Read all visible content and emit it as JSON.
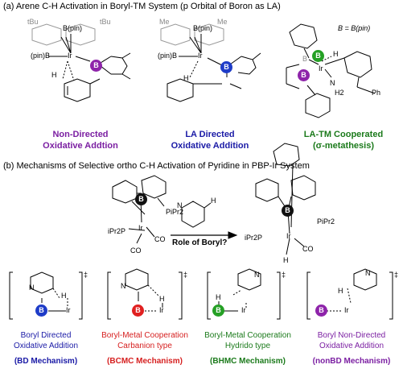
{
  "section_a": {
    "header": "(a) Arene C-H Activation in Boryl-TM System (p Orbital of Boron as LA)",
    "b_definition": "B = B(pin)",
    "structures": [
      {
        "labels": {
          "tbu1": "tBu",
          "tbu2": "tBu",
          "bpin_top": "B(pin)",
          "bpin_left": "(pin)B",
          "ir": "Ir",
          "h": "H",
          "boron": "B"
        },
        "caption_line1": "Non-Directed",
        "caption_line2": "Oxidative Addtion",
        "caption_color": "#7b1fa2"
      },
      {
        "labels": {
          "me1": "Me",
          "me2": "Me",
          "bpin_top": "B(pin)",
          "bpin_left": "(pin)B",
          "ir": "Ir",
          "h": "H",
          "boron": "B"
        },
        "caption_line1": "LA Directed",
        "caption_line2": "Oxidative Addition",
        "caption_color": "#1a1aa6"
      },
      {
        "labels": {
          "b": "B",
          "ir": "Ir",
          "h": "H",
          "n": "N",
          "h2": "H2",
          "ph": "Ph",
          "boron_green": "B",
          "boron_purple": "B"
        },
        "caption_line1": "LA-TM Cooperated",
        "caption_line2": "(σ-metathesis)",
        "caption_color": "#1b7a1b"
      }
    ]
  },
  "section_b": {
    "header": "(b) Mechanisms of Selective ortho C-H Activation of Pyridine in PBP-Ir System",
    "complex_labels": {
      "b": "B",
      "ir": "Ir",
      "pipr2_right": "PiPr2",
      "ipr2p_left": "iPr2P",
      "co1": "CO",
      "co2": "CO",
      "h": "H"
    },
    "pyridine": {
      "n": "N",
      "h": "H"
    },
    "question": "Role of Boryl?",
    "dagger": "‡",
    "mechanisms": [
      {
        "line1": "Boryl Directed",
        "line2": "Oxidative Addition",
        "short": "(BD Mechanism)",
        "color": "#1a1aa6",
        "atom_color": "#1e3cc8"
      },
      {
        "line1": "Boryl-Metal Cooperation",
        "line2": "Carbanion type",
        "short": "(BCMC Mechanism)",
        "color": "#d62020",
        "atom_color": "#e02020"
      },
      {
        "line1": "Boryl-Metal Cooperation",
        "line2": "Hydrido type",
        "short": "(BHMC Mechanism)",
        "color": "#1b7a1b",
        "atom_color": "#25a025"
      },
      {
        "line1": "Boryl Non-Directed",
        "line2": "Oxidative Addition",
        "short": "(nonBD Mechanism)",
        "color": "#7b1fa2",
        "atom_color": "#8e24aa"
      }
    ]
  }
}
